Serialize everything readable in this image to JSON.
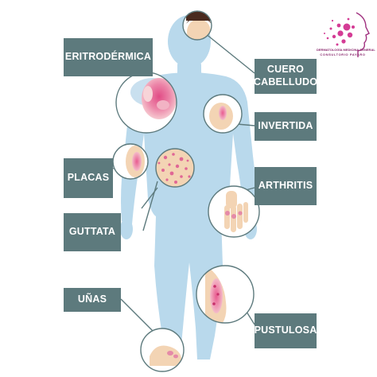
{
  "labels": {
    "eritrodermica": "ERITRODÉRMICA",
    "cuero_line1": "CUERO",
    "cuero_line2": "CABELLUDO",
    "invertida": "INVERTIDA",
    "placas": "PLACAS",
    "arthritis": "ARTHRITIS",
    "guttata": "GUTTATA",
    "unas": "UÑAS",
    "pustulosa": "PUSTULOSA"
  },
  "logo": {
    "line1": "DERMATOLOGÍA MEDICINA GENERAL",
    "line2": "CONSULTORIO PAYARO",
    "icon": "profile-face-dots-icon"
  },
  "colors": {
    "label_bg": "#5d7a7d",
    "label_text": "#ffffff",
    "body": "#b9d9ec",
    "lesion": "#e96a97",
    "skin": "#f3d4b4",
    "logo": "#a0307f"
  }
}
